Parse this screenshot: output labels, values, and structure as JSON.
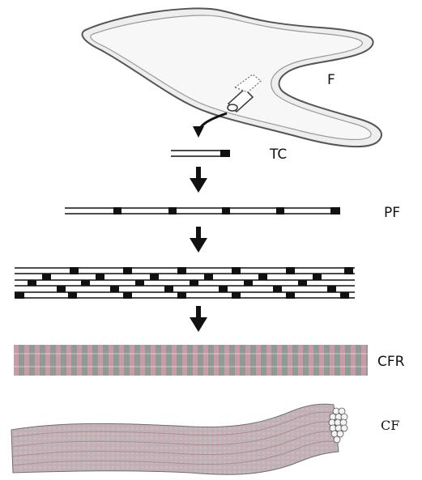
{
  "labels": {
    "fibroblast": "F",
    "tropocollagen": "TC",
    "procollagen_fibril": "PF",
    "collagen_fibril": "CFR",
    "collagen_fiber": "CF"
  },
  "colors": {
    "ink": "#111111",
    "cell_fill": "#eeeeee",
    "fibril_pink": "#c99aa8",
    "fibril_grey": "#8f9a94",
    "fiber_band": "#c8a9b3"
  }
}
